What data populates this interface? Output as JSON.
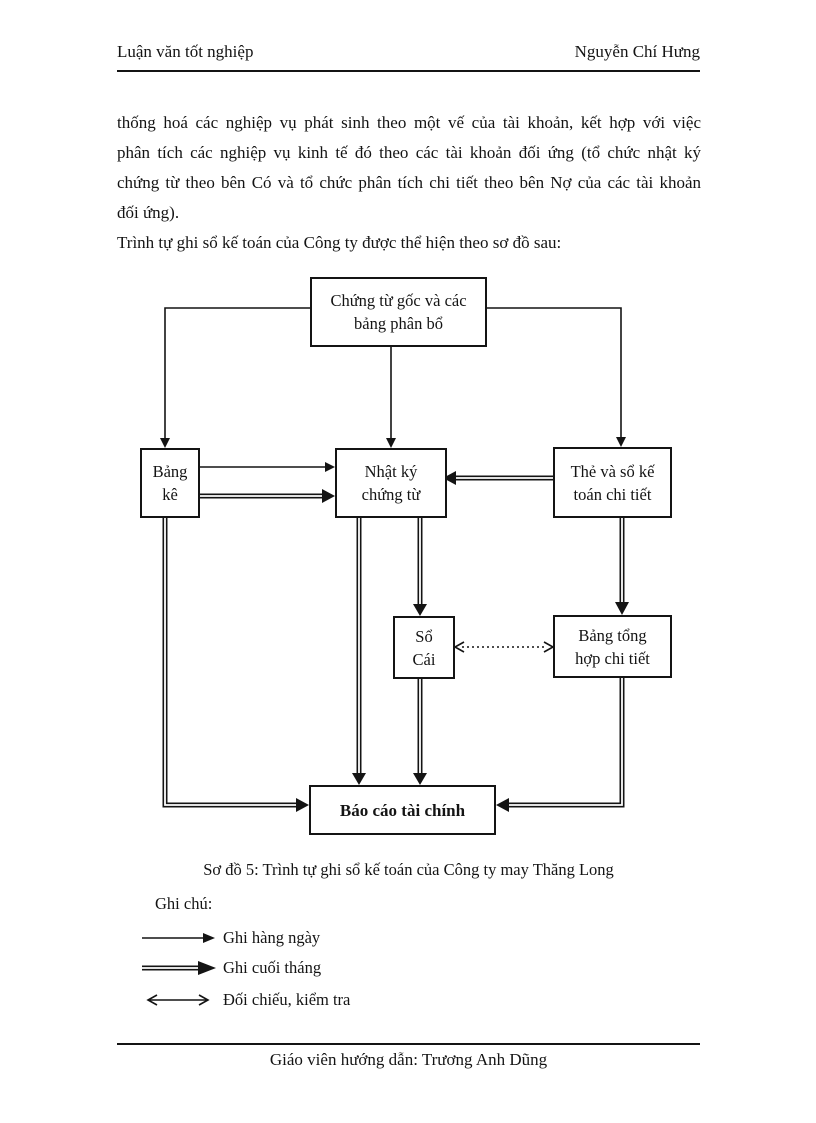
{
  "header": {
    "left": "Luận văn tốt nghiệp",
    "right": "Nguyễn Chí Hưng"
  },
  "body": {
    "lines": [
      "thống hoá các nghiệp vụ phát sinh theo một vế của tài khoản, kết hợp với việc",
      "phân tích các nghiệp vụ kinh tế đó theo các tài khoản đối ứng (tổ chức nhật ký",
      "chứng từ theo bên Có và tổ chức phân tích chi tiết theo bên Nợ của các tài khoản",
      "đối ứng).",
      "Trình tự ghi sổ kế toán của Công ty được thể hiện theo sơ đồ sau:"
    ]
  },
  "diagram": {
    "boxes": {
      "chung_tu_goc": "Chứng từ gốc và các\nbảng phân bổ",
      "bang_ke": "Bảng\nkê",
      "nhat_ky": "Nhật ký\nchứng từ",
      "the_so": "Thẻ và sổ kế\ntoán chi tiết",
      "so_cai": "Sổ\nCái",
      "bang_tong_hop": "Bảng tổng\nhợp chi tiết",
      "bao_cao": "Báo cáo tài chính"
    },
    "caption": "Sơ đồ 5: Trình tự ghi sổ kế toán của Công ty may Thăng Long",
    "legend": {
      "title": "Ghi chú:",
      "items": [
        {
          "label": "Ghi hàng ngày"
        },
        {
          "label": "Ghi cuối tháng"
        },
        {
          "label": "Đối chiếu, kiểm tra"
        }
      ]
    }
  },
  "footer": {
    "text": "Giáo viên hướng dẫn: Trương Anh Dũng"
  },
  "colors": {
    "ink": "#141414",
    "paper": "#ffffff"
  }
}
